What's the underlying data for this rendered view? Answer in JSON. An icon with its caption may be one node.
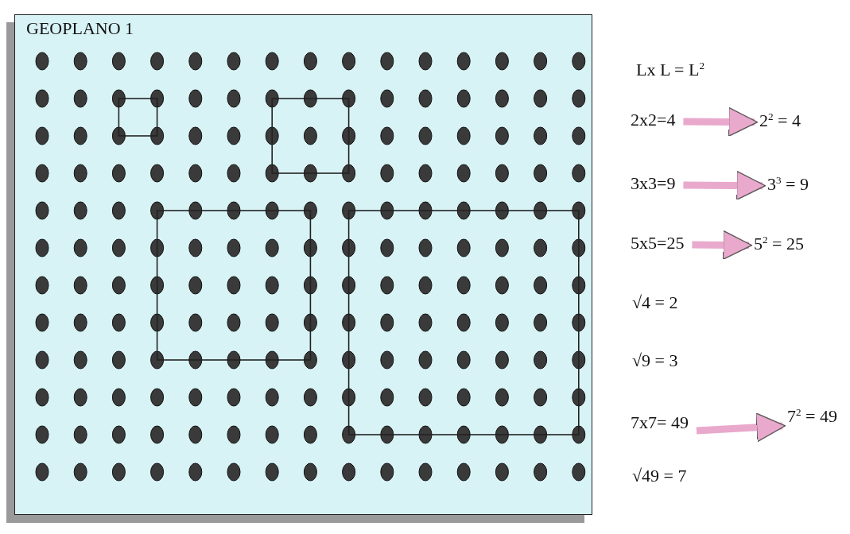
{
  "diagram": {
    "nodes": [
      {
        "text": [
          "GEOPLANO 1"
        ]
      },
      {
        "text": [
          "2x2=4"
        ]
      },
      {
        "text": [
          "2$^{2}$ = 4"
        ]
      },
      {
        "text": [
          "3x3=9"
        ]
      },
      {
        "text": [
          "3$^{3}$ = 9"
        ]
      },
      {
        "text": [
          "5x5=25"
        ]
      },
      {
        "text": [
          "5$^{2}$ = 25"
        ]
      },
      {
        "text": [
          "7x7= 49"
        ]
      },
      {
        "text": [
          "7$^{2}$ = 49"
        ]
      }
    ],
    "edges": [
      {
        "from": 1,
        "to": 2,
        "arrow": "to"
      },
      {
        "from": 3,
        "to": 4,
        "arrow": "to"
      },
      {
        "from": 5,
        "to": 6,
        "arrow": "to"
      },
      {
        "from": 7,
        "to": 8,
        "arrow": "to"
      }
    ],
    "labels": [
      "Lx L = L$^{2}$",
      "√4 = 2",
      "√9 = 3",
      "√49 = 7"
    ]
  }
}
